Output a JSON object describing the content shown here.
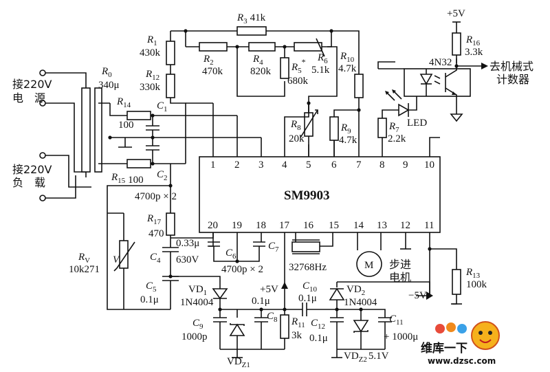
{
  "chip": {
    "name": "SM9903",
    "top_pins": [
      "1",
      "2",
      "3",
      "4",
      "5",
      "6",
      "7",
      "8",
      "9",
      "10"
    ],
    "bottom_pins": [
      "20",
      "19",
      "18",
      "17",
      "16",
      "15",
      "14",
      "13",
      "12",
      "11"
    ]
  },
  "components": {
    "R0": "R",
    "R0_sub": "0",
    "R0_val": "340μ",
    "R1": "R",
    "R1_sub": "1",
    "R1_val": "430k",
    "R2": "R",
    "R2_sub": "2",
    "R2_val": "470k",
    "R3": "R",
    "R3_sub": "3",
    "R3_val": "41k",
    "R4": "R",
    "R4_sub": "4",
    "R4_val": "820k",
    "R5": "R",
    "R5_sub": "5",
    "R5_mark": "*",
    "R5_val": "680k",
    "R6": "R",
    "R6_sub": "6",
    "R6_val": "5.1k",
    "R7": "R",
    "R7_sub": "7",
    "R7_val": "2.2k",
    "R8": "R",
    "R8_sub": "8",
    "R8_val": "20k",
    "R9": "R",
    "R9_sub": "9",
    "R9_val": "4.7k",
    "R10": "R",
    "R10_sub": "10",
    "R10_val": "4.7k",
    "R11": "R",
    "R11_sub": "11",
    "R11_val": "3k",
    "R12": "R",
    "R12_sub": "12",
    "R12_val": "330k",
    "R13": "R",
    "R13_sub": "13",
    "R13_val": "100k",
    "R14": "R",
    "R14_sub": "14",
    "R14_val": "100",
    "R15": "R",
    "R15_sub": "15",
    "R15_val": "100",
    "R16": "R",
    "R16_sub": "16",
    "R16_val": "3.3k",
    "R17": "R",
    "R17_sub": "17",
    "R17_val": "470",
    "RV": "R",
    "RV_sub": "V",
    "RV_val": "10k271",
    "RV_sym": "V",
    "C1": "C",
    "C1_sub": "1",
    "C2": "C",
    "C2_sub": "2",
    "C12_note": "4700p × 2",
    "C4": "C",
    "C4_sub": "4",
    "C4_val1": "0.33μ",
    "C4_val2": "630V",
    "C5": "C",
    "C5_sub": "5",
    "C5_val": "0.1μ",
    "C6": "C",
    "C6_sub": "6",
    "C7": "C",
    "C7_sub": "7",
    "C67_note": "4700p × 2",
    "C8": "C",
    "C8_sub": "8",
    "C8_val": "0.1μ",
    "C9": "C",
    "C9_sub": "9",
    "C9_val": "1000p",
    "C10": "C",
    "C10_sub": "10",
    "C10_val": "0.1μ",
    "C11": "C",
    "C11_sub": "11",
    "C11_val": "+ 1000μ",
    "C12": "C",
    "C12_sub": "12",
    "C12_val": "0.1μ",
    "VD1": "VD",
    "VD1_sub": "1",
    "VD1_val": "1N4004",
    "VD2": "VD",
    "VD2_sub": "2",
    "VD2_val": "1N4004",
    "VDZ1": "VD",
    "VDZ1_sub": "Z1",
    "VDZ2": "VD",
    "VDZ2_sub": "Z2",
    "VDZ2_val": "5.1V",
    "crystal": "32768Hz",
    "motor": "M",
    "motor_label1": "步进",
    "motor_label2": "电机",
    "led": "LED",
    "opto": "4N32",
    "vcc_top": "+5V",
    "vcc_mid": "+5V",
    "vneg": "−5V"
  },
  "labels": {
    "power_in1": "接220V",
    "power_in2": "电　源",
    "load_in1": "接220V",
    "load_in2": "负　载",
    "counter1": "去机械式",
    "counter2": "计数器"
  },
  "watermark": {
    "line1": "维库一下",
    "url": "www.dzsc.com"
  }
}
